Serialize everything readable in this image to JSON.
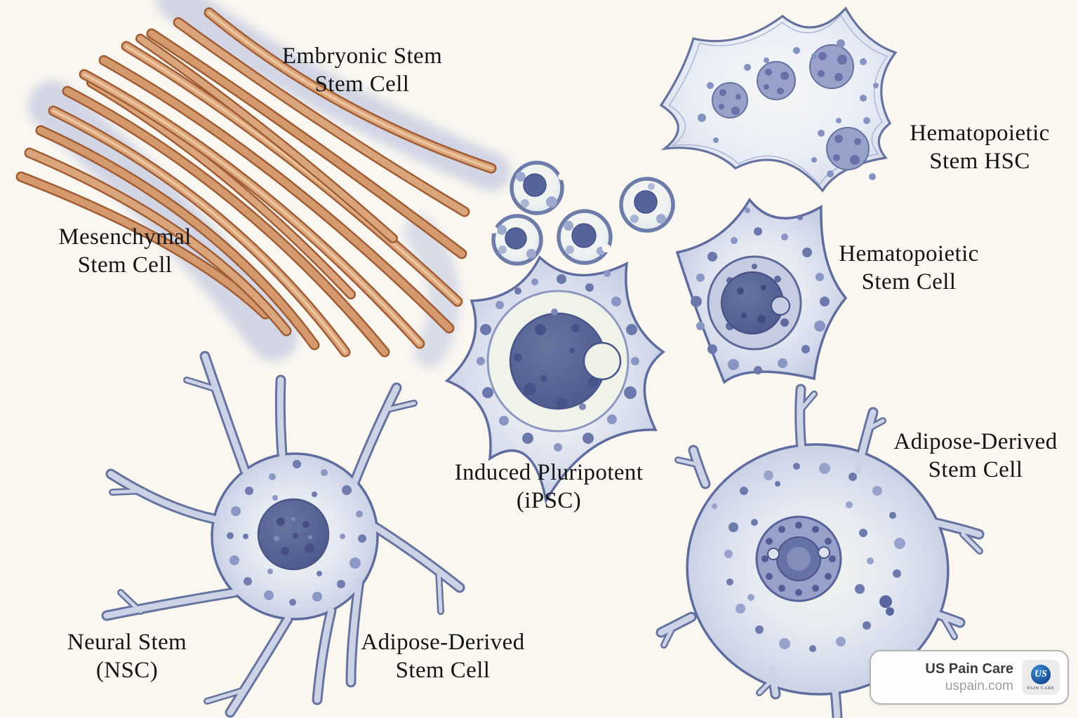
{
  "page": {
    "background": "#faf7f1",
    "description": "Hand-drawn watercolor illustration of stem cell types"
  },
  "labels": {
    "embryonic": {
      "line1": "Embryonic Stem",
      "line2": "Stem Cell"
    },
    "hematopoietic_hsc": {
      "line1": "Hematopoietic",
      "line2": "Stem HSC"
    },
    "mesenchymal": {
      "line1": "Mesenchymal",
      "line2": "Stem Cell"
    },
    "hematopoietic": {
      "line1": "Hematopoietic",
      "line2": "Stem Cell"
    },
    "induced_pluripotent": {
      "line1": "Induced Pluripotent",
      "line2": "(iPSC)"
    },
    "adipose_right": {
      "line1": "Adipose-Derived",
      "line2": "Stem Cell"
    },
    "neural": {
      "line1": "Neural Stem",
      "line2": "(NSC)"
    },
    "adipose_bottom": {
      "line1": "Adipose-Derived",
      "line2": "Stem Cell"
    }
  },
  "watermark": {
    "company": "US Pain Care",
    "website": "uspain.com",
    "logo_monogram": "US",
    "logo_subtext": "PAIN CARE"
  },
  "colors": {
    "background": "#faf7f1",
    "cell_outline": "#5f6c9e",
    "cell_body": "#d5dbec",
    "nucleus": "#55618f",
    "cytoplasm_dot": "#7d89b6",
    "fiber": "#dba57b",
    "fiber_outline": "#a05c34",
    "sheath_blue": "#a9b4d8",
    "label_text": "#151515",
    "badge_border": "#b5b5b5",
    "logo_blue": "#164a94"
  }
}
